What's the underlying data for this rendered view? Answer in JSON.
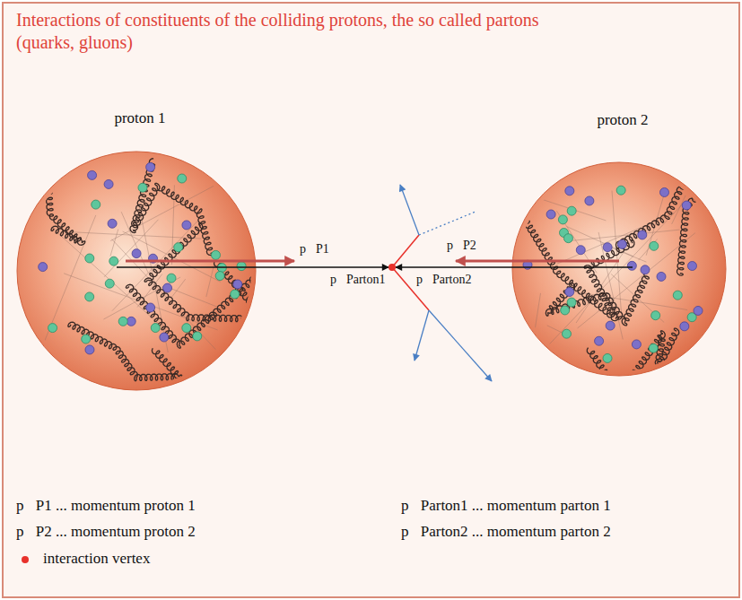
{
  "diagram": {
    "title": "Interactions of constituents of the colliding protons, the so called partons (quarks, gluons)",
    "nodes": [
      {
        "text": [
          "proton 1"
        ]
      },
      {
        "text": [
          "proton 2"
        ]
      }
    ],
    "labels": [
      "p⃗P1",
      "p⃗P2",
      "p⃗Parton1",
      "p⃗Parton2"
    ],
    "legend": [
      {
        "text": "p⃗P1 ... momentum proton 1"
      },
      {
        "text": "p⃗P2 ... momentum proton 2"
      },
      {
        "text": "interaction vertex",
        "color": "#e8312b"
      },
      {
        "text": "p⃗Parton1 ... momentum parton 1"
      },
      {
        "text": "p⃗Parton2 ... momentum parton 2"
      }
    ]
  }
}
